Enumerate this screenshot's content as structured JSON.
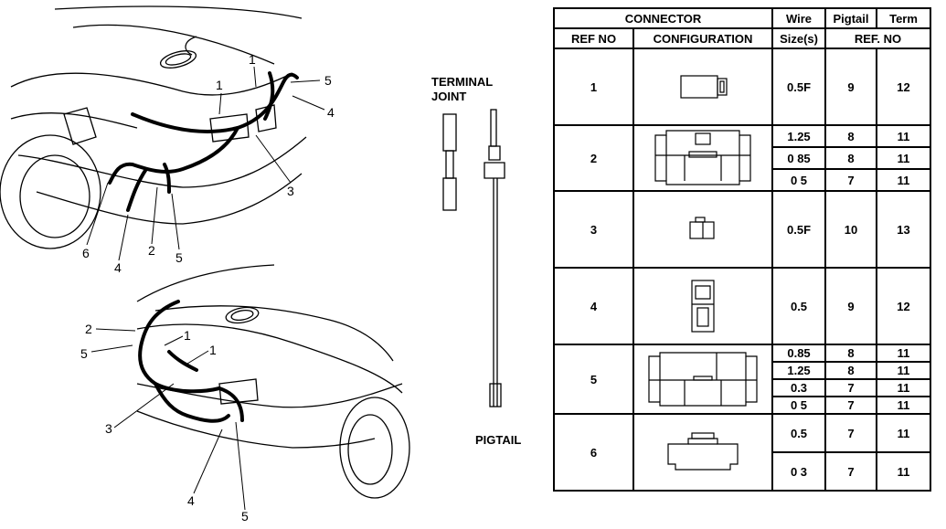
{
  "callouts": {
    "top": [
      "1",
      "1",
      "5",
      "4",
      "3",
      "6",
      "4",
      "2",
      "5"
    ],
    "bottom": [
      "2",
      "5",
      "1",
      "1",
      "3",
      "4",
      "5"
    ]
  },
  "terminal": {
    "title_line1": "TERMINAL",
    "title_line2": "JOINT",
    "pigtail_label": "PIGTAIL"
  },
  "table": {
    "header": {
      "connector": "CONNECTOR",
      "wire": "Wire",
      "pigtail": "Pigtail",
      "term": "Term",
      "ref_no": "REF NO",
      "configuration": "CONFIGURATION",
      "sizes": "Size(s)",
      "ref_no2": "REF. NO"
    },
    "rows": [
      {
        "ref": "1",
        "entries": [
          {
            "size": "0.5F",
            "pigtail": "9",
            "term": "12"
          }
        ]
      },
      {
        "ref": "2",
        "entries": [
          {
            "size": "1.25",
            "pigtail": "8",
            "term": "11"
          },
          {
            "size": "0 85",
            "pigtail": "8",
            "term": "11"
          },
          {
            "size": "0 5",
            "pigtail": "7",
            "term": "11"
          }
        ]
      },
      {
        "ref": "3",
        "entries": [
          {
            "size": "0.5F",
            "pigtail": "10",
            "term": "13"
          }
        ]
      },
      {
        "ref": "4",
        "entries": [
          {
            "size": "0.5",
            "pigtail": "9",
            "term": "12"
          }
        ]
      },
      {
        "ref": "5",
        "entries": [
          {
            "size": "0.85",
            "pigtail": "8",
            "term": "11"
          },
          {
            "size": "1.25",
            "pigtail": "8",
            "term": "11"
          },
          {
            "size": "0.3",
            "pigtail": "7",
            "term": "11"
          },
          {
            "size": "0 5",
            "pigtail": "7",
            "term": "11"
          }
        ]
      },
      {
        "ref": "6",
        "entries": [
          {
            "size": "0.5",
            "pigtail": "7",
            "term": "11"
          },
          {
            "size": "0 3",
            "pigtail": "7",
            "term": "11"
          }
        ]
      }
    ]
  }
}
